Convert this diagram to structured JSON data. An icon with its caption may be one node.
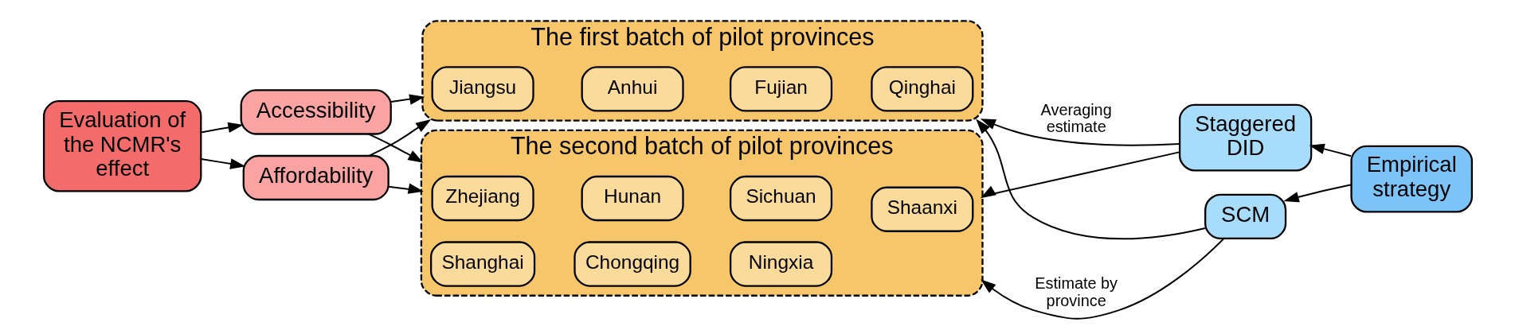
{
  "diagram": {
    "nodes": [
      {
        "text": [
          "Evaluation of the NCMR's effect"
        ]
      },
      {
        "text": [
          "Accessibility"
        ]
      },
      {
        "text": [
          "Affordability"
        ]
      },
      {
        "text": [
          "The first batch of pilot provinces"
        ]
      },
      {
        "text": [
          "Jiangsu"
        ],
        "in": 3
      },
      {
        "text": [
          "Anhui"
        ],
        "in": 3
      },
      {
        "text": [
          "Fujian"
        ],
        "in": 3
      },
      {
        "text": [
          "Qinghai"
        ],
        "in": 3
      },
      {
        "text": [
          "The second batch of pilot provinces"
        ]
      },
      {
        "text": [
          "Zhejiang"
        ],
        "in": 8
      },
      {
        "text": [
          "Hunan"
        ],
        "in": 8
      },
      {
        "text": [
          "Sichuan"
        ],
        "in": 8
      },
      {
        "text": [
          "Shaanxi"
        ],
        "in": 8
      },
      {
        "text": [
          "Shanghai"
        ],
        "in": 8
      },
      {
        "text": [
          "Chongqing"
        ],
        "in": 8
      },
      {
        "text": [
          "Ningxia"
        ],
        "in": 8
      },
      {
        "text": [
          "Staggered DID"
        ]
      },
      {
        "text": [
          "SCM"
        ]
      },
      {
        "text": [
          "Empirical strategy"
        ]
      }
    ],
    "edges": [
      {
        "from": 0,
        "to": 1,
        "arrow": "to"
      },
      {
        "from": 0,
        "to": 2,
        "arrow": "to"
      },
      {
        "from": 1,
        "to": 3,
        "arrow": "to"
      },
      {
        "from": 1,
        "to": 8,
        "arrow": "to"
      },
      {
        "from": 2,
        "to": 3,
        "arrow": "to"
      },
      {
        "from": 2,
        "to": 8,
        "arrow": "to"
      },
      {
        "from": 16,
        "to": 3,
        "label": "Averaging estimate",
        "arrow": "to"
      },
      {
        "from": 16,
        "to": 8,
        "arrow": "to"
      },
      {
        "from": 17,
        "to": 3,
        "arrow": "to"
      },
      {
        "from": 17,
        "to": 8,
        "label": "Estimate by province",
        "arrow": "to"
      },
      {
        "from": 18,
        "to": 16,
        "arrow": "to"
      },
      {
        "from": 18,
        "to": 17,
        "arrow": "to"
      }
    ]
  }
}
